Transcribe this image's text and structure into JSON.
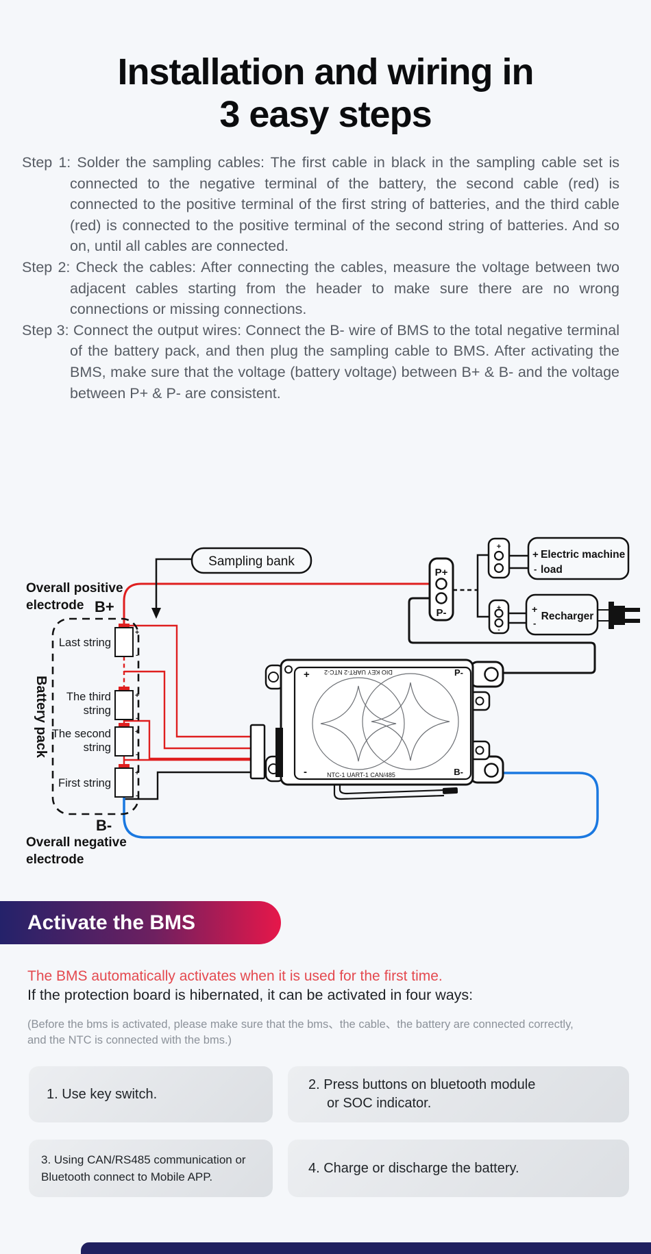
{
  "title": {
    "line1": "Installation and wiring in",
    "line2": "3 easy steps"
  },
  "steps": [
    {
      "label": "Step 1:",
      "text": "Solder the sampling cables: The first cable in black in the sampling cable set is connected to the negative terminal of the battery, the second cable (red) is connected to the positive terminal of the first string of batteries, and the third cable (red) is connected to the positive terminal of the second string of batteries. And so on, until all cables are connected."
    },
    {
      "label": "Step 2:",
      "text": "Check the cables: After connecting the cables, measure the voltage between two adjacent cables starting from the header to make sure there are no wrong connections or missing connections."
    },
    {
      "label": "Step 3:",
      "text": "Connect the output wires: Connect the B- wire of BMS to the total negative terminal of the battery pack, and then plug the sampling cable to BMS. After activating the BMS, make sure that the voltage (battery voltage) between B+ & B- and the voltage between P+ & P- are consistent."
    }
  ],
  "diagram": {
    "sampling_bank": "Sampling bank",
    "overall_positive_1": "Overall positive",
    "overall_positive_2": "electrode",
    "b_plus": "B+",
    "battery_pack": "Battery pack",
    "string_1": "Last string",
    "string_2a": "The third",
    "string_2b": "string",
    "string_3a": "The second",
    "string_3b": "string",
    "string_4": "First string",
    "b_minus": "B-",
    "overall_negative_1": "Overall negative",
    "overall_negative_2": "electrode",
    "plus": "+",
    "minus": "-",
    "p_plus": "P+",
    "p_minus": "P-",
    "electric_machine": "Electric machine",
    "load": "load",
    "recharger": "Recharger",
    "board": {
      "plus": "+",
      "p_minus": "P-",
      "top_silkscreen": "DIO   KEY   UART-2   NTC-2",
      "minus": "-",
      "bottom_silkscreen": "NTC-1  UART-1  CAN/485",
      "b_minus": "B-"
    },
    "colors": {
      "wire_red": "#df1f1f",
      "wire_blue": "#1a78e0",
      "wire_black": "#121212"
    }
  },
  "activate": {
    "banner": "Activate the BMS",
    "headline_red": "The BMS automatically activates when it is used for the first time.",
    "headline_dark": "If the protection board is hibernated, it can be activated in four ways:",
    "note": "(Before the bms is activated, please make sure that the bms、the cable、the battery are connected correctly, and the NTC is connected with the bms.)",
    "methods": [
      "1. Use key switch.",
      "2. Press buttons on bluetooth module or SOC indicator.",
      "3. Using CAN/RS485 communication or Bluetooth connect to Mobile APP.",
      "4. Charge or discharge the battery."
    ]
  }
}
